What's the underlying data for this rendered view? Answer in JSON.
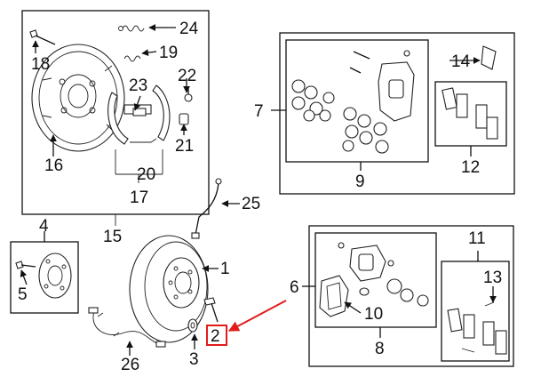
{
  "diagram": {
    "highlight_color": "#e21b1b",
    "line_color": "#111111",
    "labels": {
      "p1": "1",
      "p2": "2",
      "p3": "3",
      "p4": "4",
      "p5": "5",
      "p6": "6",
      "p7": "7",
      "p8": "8",
      "p9": "9",
      "p10": "10",
      "p11": "11",
      "p12": "12",
      "p13": "13",
      "p14": "14",
      "p15": "15",
      "p16": "16",
      "p17": "17",
      "p18": "18",
      "p19": "19",
      "p20": "20",
      "p21": "21",
      "p22": "22",
      "p23": "23",
      "p24": "24",
      "p25": "25",
      "p26": "26"
    },
    "highlighted_part": "p2"
  }
}
